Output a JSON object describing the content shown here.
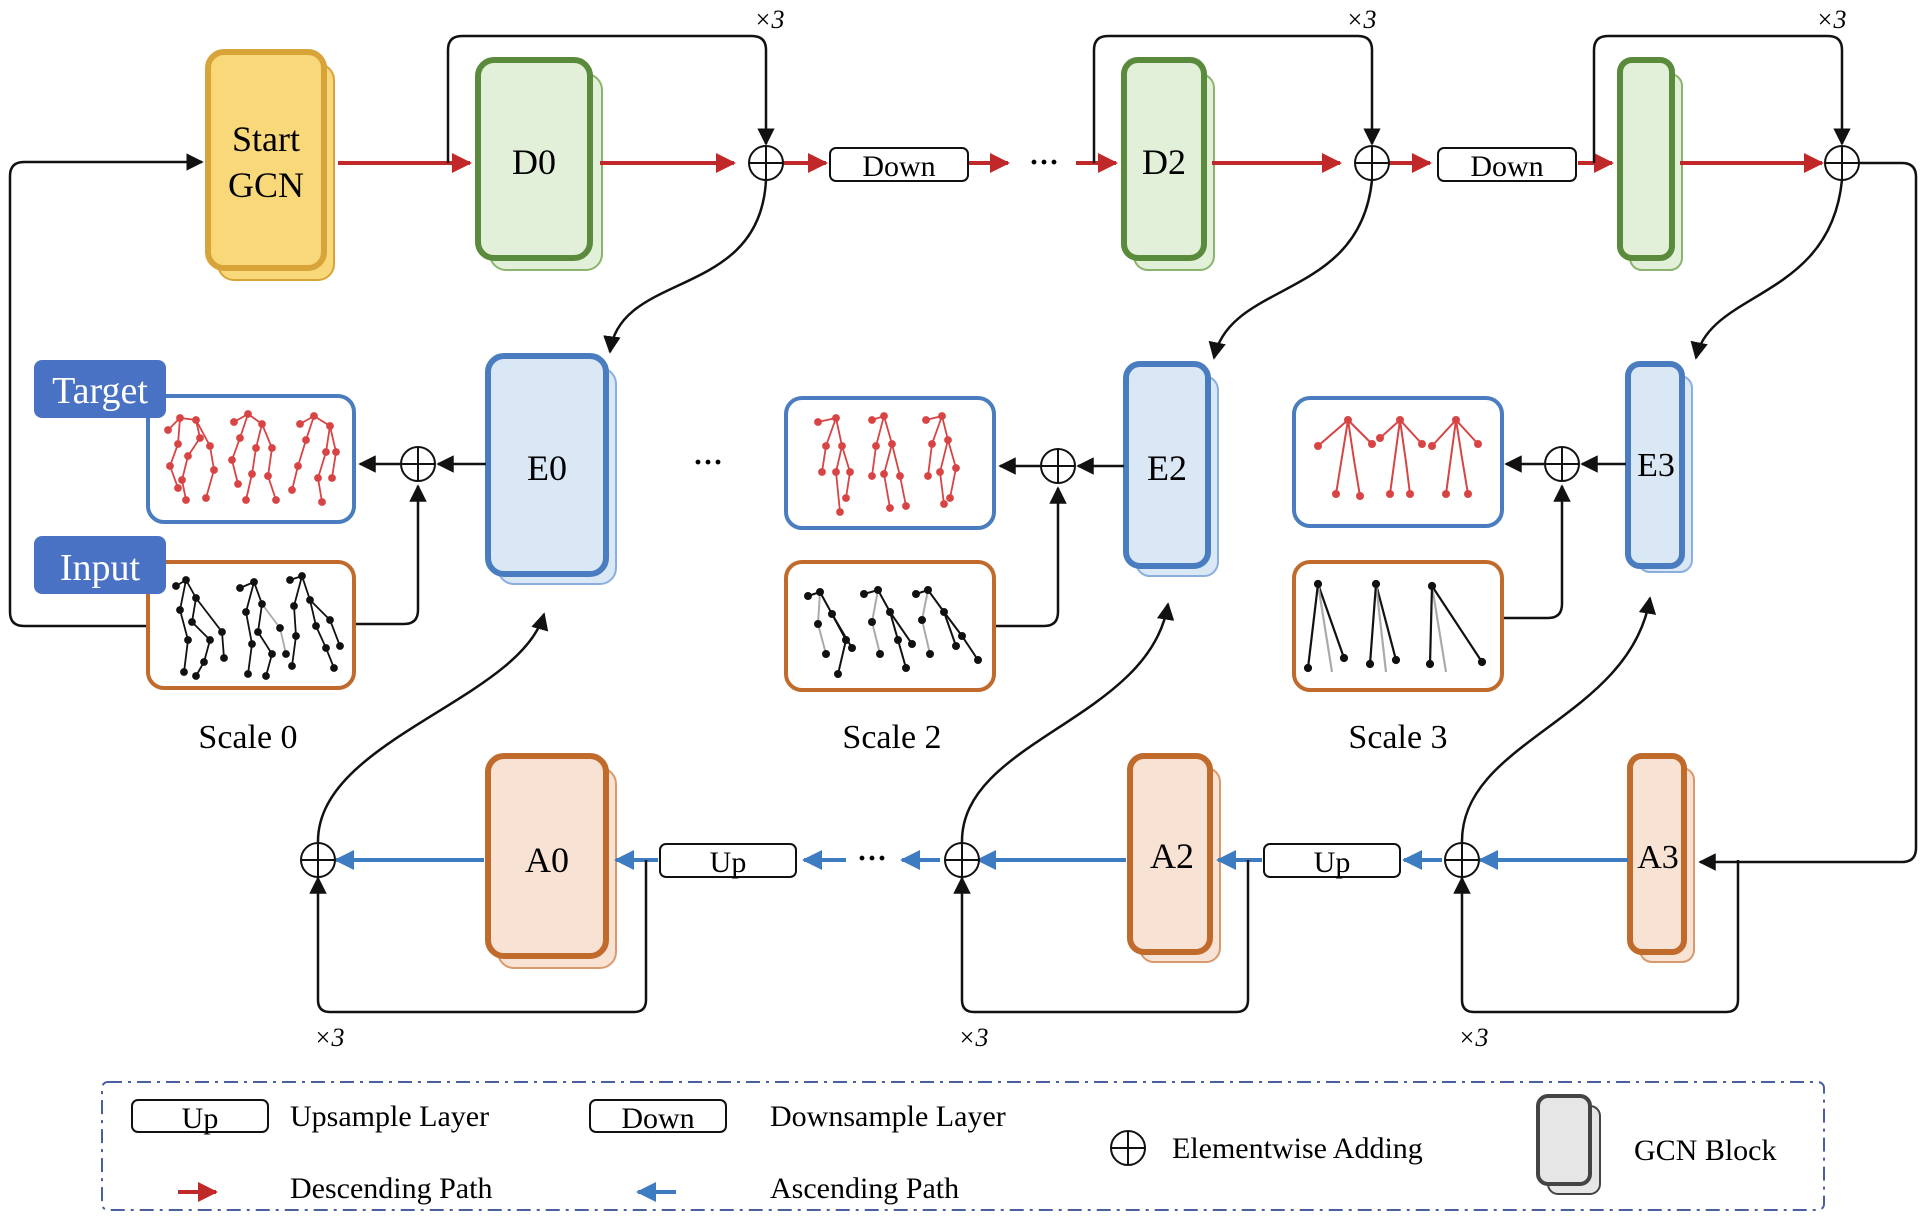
{
  "blocks": {
    "start": "Start\nGCN",
    "d0": "D0",
    "d2": "D2",
    "d3": "",
    "e0": "E0",
    "e2": "E2",
    "e3": "E3",
    "a0": "A0",
    "a2": "A2",
    "a3": "A3"
  },
  "layers": {
    "down": "Down",
    "up": "Up"
  },
  "repeat": "×3",
  "ellipsis": "···",
  "tags": {
    "target": "Target",
    "input": "Input"
  },
  "scales": {
    "s0": "Scale 0",
    "s2": "Scale 2",
    "s3": "Scale 3"
  },
  "legend": {
    "up_box": "Up",
    "up_desc": "Upsample Layer",
    "down_box": "Down",
    "down_desc": "Downsample Layer",
    "add_desc": "Elementwise Adding",
    "gcn_desc": "GCN Block",
    "descending": "Descending Path",
    "ascending": "Ascending Path"
  },
  "colors": {
    "descending": "#c0282a",
    "ascending": "#3e7cc2",
    "start_fill": "#f8d878",
    "start_stroke": "#d8a43a",
    "d_fill": "#e2f0d9",
    "d_stroke": "#5a8a3c",
    "e_fill": "#dae7f4",
    "e_stroke": "#4a7dbf",
    "a_fill": "#f8e2d4",
    "a_stroke": "#c06a2c",
    "tag_fill": "#4a72c4",
    "target_pose": "#d84444",
    "input_pose": "#111111"
  }
}
